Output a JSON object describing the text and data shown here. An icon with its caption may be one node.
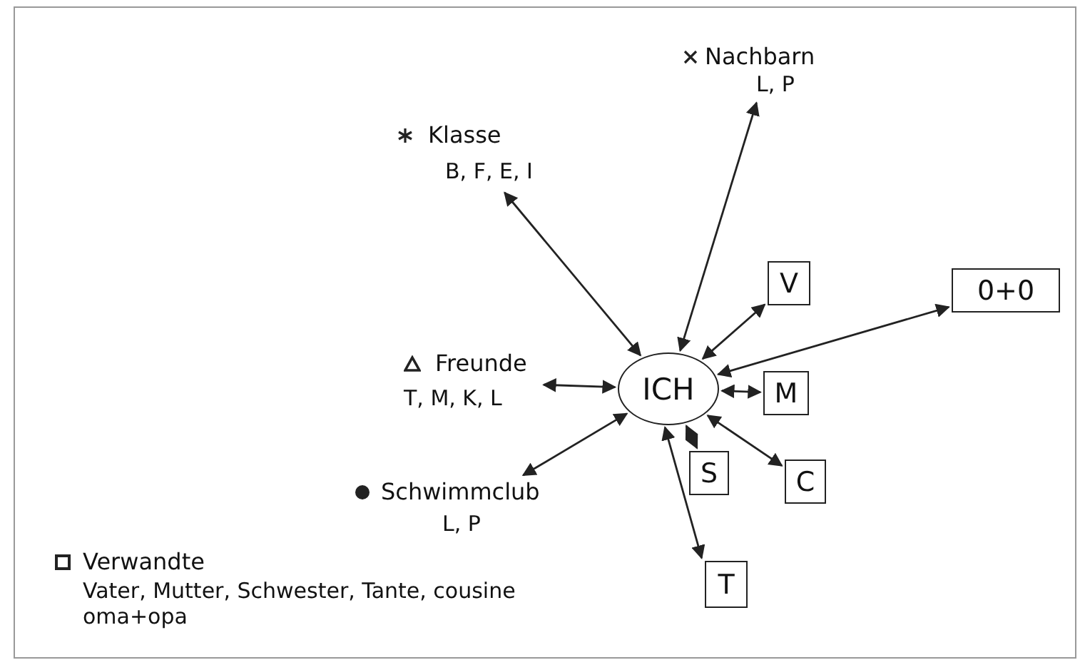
{
  "diagram": {
    "nodes": [
      {
        "text": [
          "ICH"
        ]
      },
      {
        "text": [
          "Nachbarn",
          "L, P"
        ]
      },
      {
        "text": [
          "Klasse",
          "B, F, E, I"
        ]
      },
      {
        "text": [
          "V"
        ]
      },
      {
        "text": [
          "0+0"
        ]
      },
      {
        "text": [
          "Freunde",
          "T, M, K, L"
        ]
      },
      {
        "text": [
          "M"
        ]
      },
      {
        "text": [
          "Schwimmclub",
          "L, P"
        ]
      },
      {
        "text": [
          "S"
        ]
      },
      {
        "text": [
          "C"
        ]
      },
      {
        "text": [
          "T"
        ]
      }
    ],
    "edges": [
      {
        "from": 1,
        "to": 0,
        "arrow": "both"
      },
      {
        "from": 2,
        "to": 0,
        "arrow": "both"
      },
      {
        "from": 0,
        "to": 3,
        "arrow": "both"
      },
      {
        "from": 0,
        "to": 4,
        "arrow": "both"
      },
      {
        "from": 5,
        "to": 0,
        "arrow": "both"
      },
      {
        "from": 0,
        "to": 6,
        "arrow": "both"
      },
      {
        "from": 7,
        "to": 0,
        "arrow": "both"
      },
      {
        "from": 0,
        "to": 8,
        "arrow": "both"
      },
      {
        "from": 0,
        "to": 9,
        "arrow": "both"
      },
      {
        "from": 0,
        "to": 10,
        "arrow": "both"
      }
    ],
    "labels": [
      "Verwandte",
      "Vater, Mutter, Schwester, Tante, cousine oma+opa"
    ]
  }
}
